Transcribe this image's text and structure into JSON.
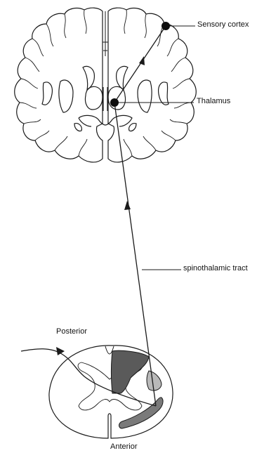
{
  "labels": {
    "sensory_cortex": "Sensory cortex",
    "thalamus": "Thalamus",
    "spinothalamic_tract": "spinothalamic tract",
    "posterior": "Posterior",
    "anterior": "Anterior"
  },
  "colors": {
    "outline": "#1a1a1a",
    "dark_gray_matter": "#5a5a5a",
    "medium_gray_tract": "#7a7a7a",
    "light_gray_nucleus": "#b9b9b9",
    "background": "#ffffff"
  },
  "icons": {
    "arrow_up": "arrow-up-icon",
    "arrow_right": "arrow-right-icon"
  }
}
